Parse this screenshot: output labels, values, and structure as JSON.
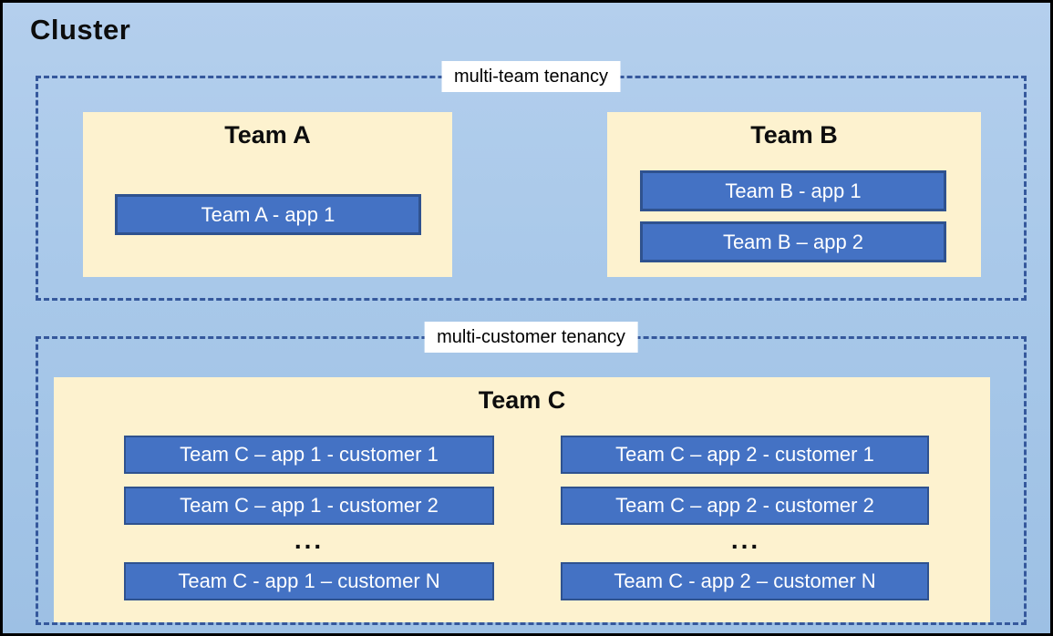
{
  "cluster": {
    "title": "Cluster"
  },
  "sections": {
    "multi_team": {
      "label": "multi-team tenancy",
      "teams": [
        {
          "title": "Team A",
          "apps": [
            "Team A - app 1"
          ]
        },
        {
          "title": "Team B",
          "apps": [
            "Team B - app 1",
            "Team B – app 2"
          ]
        }
      ]
    },
    "multi_customer": {
      "label": "multi-customer tenancy",
      "team": {
        "title": "Team C",
        "columns": [
          {
            "apps": [
              "Team C – app 1 - customer 1",
              "Team C – app 1 - customer 2"
            ],
            "ellipsis": "...",
            "last_app": "Team C - app 1 – customer N"
          },
          {
            "apps": [
              "Team C – app 2 - customer 1",
              "Team C – app 2 - customer 2"
            ],
            "ellipsis": "...",
            "last_app": "Team C - app 2 – customer N"
          }
        ]
      }
    }
  },
  "colors": {
    "canvas_blue_top": "#b4cfed",
    "canvas_blue_bottom": "#9dc0e4",
    "panel_cream": "#fdf2cf",
    "app_blue": "#4472c4",
    "app_border_blue": "#2f528f",
    "dashed_border_blue": "#35589c",
    "outer_border": "#000000",
    "label_background": "#ffffff"
  }
}
